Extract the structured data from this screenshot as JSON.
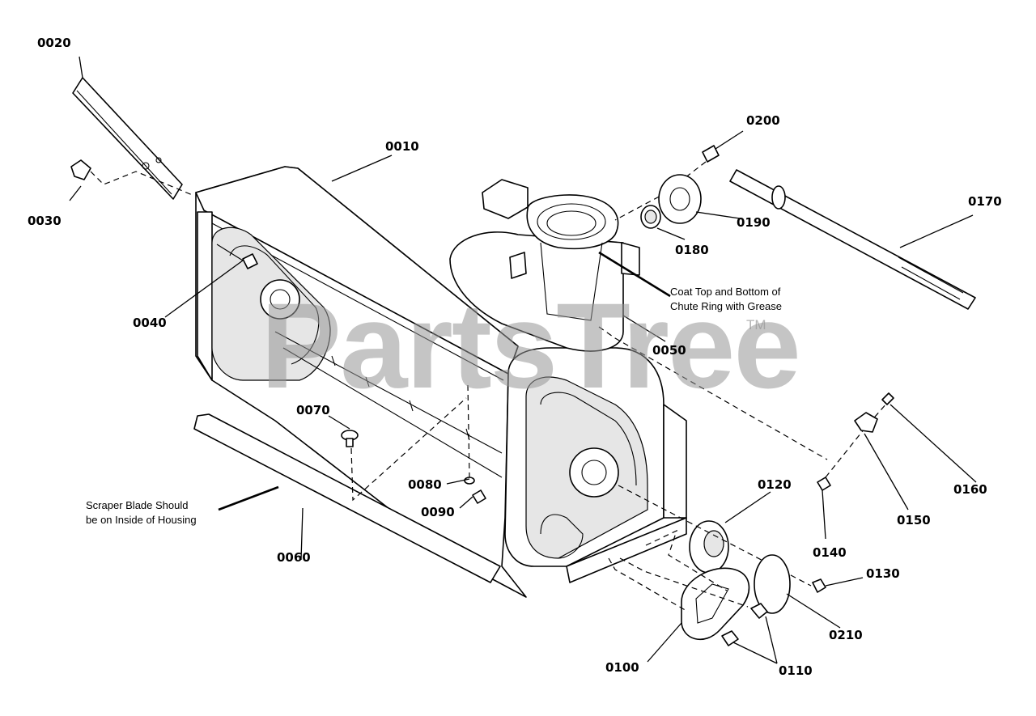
{
  "watermark": {
    "text": "PartsTree",
    "trademark": "TM"
  },
  "labels": {
    "p0010": "0010",
    "p0020": "0020",
    "p0030": "0030",
    "p0040": "0040",
    "p0050": "0050",
    "p0060": "0060",
    "p0070": "0070",
    "p0080": "0080",
    "p0090": "0090",
    "p0100": "0100",
    "p0110": "0110",
    "p0120": "0120",
    "p0130": "0130",
    "p0140": "0140",
    "p0150": "0150",
    "p0160": "0160",
    "p0170": "0170",
    "p0180": "0180",
    "p0190": "0190",
    "p0200": "0200",
    "p0210": "0210"
  },
  "notes": {
    "chute_line1": "Coat Top and Bottom of",
    "chute_line2": "Chute Ring with Grease",
    "scraper_line1": "Scraper Blade Should",
    "scraper_line2": "be on Inside of Housing"
  }
}
